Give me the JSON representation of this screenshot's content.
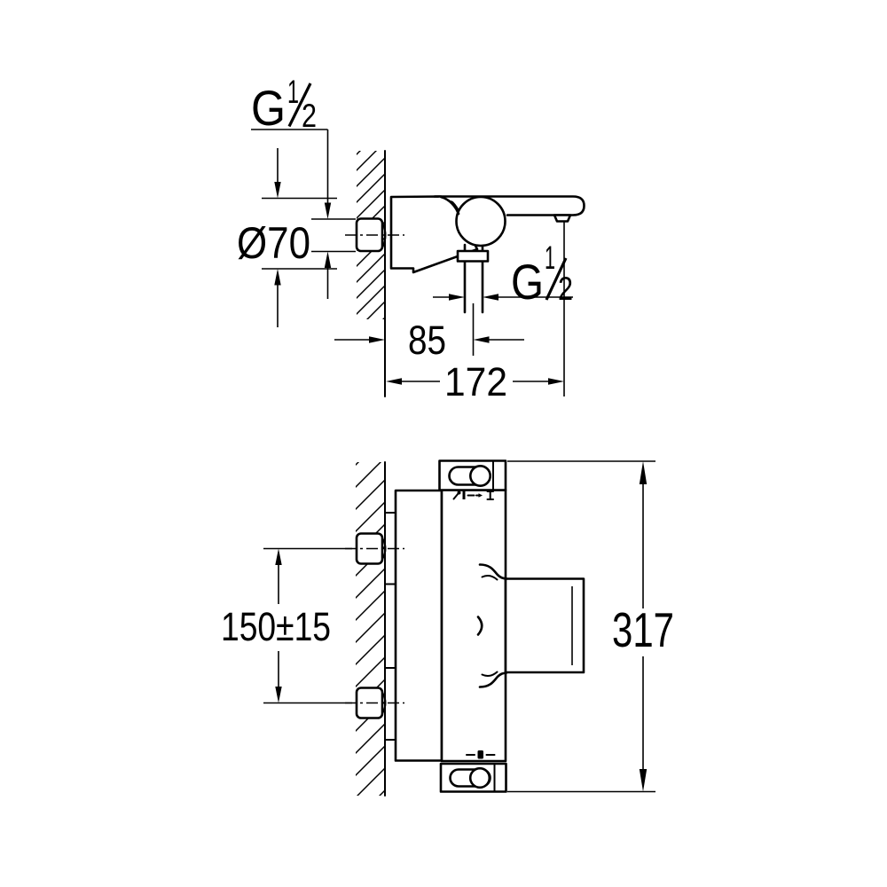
{
  "page": {
    "background": "#ffffff",
    "line_color": "#000000"
  },
  "side_view": {
    "labels": {
      "thread_wall": {
        "g": "G",
        "num": "1",
        "den": "2"
      },
      "escutcheon_diameter": "Ø70",
      "thread_outlet": {
        "g": "G",
        "num": "1",
        "den": "2"
      },
      "wall_to_outlet_axis": "85",
      "wall_to_spout_end": "172"
    }
  },
  "plan_view": {
    "labels": {
      "connection_distance": "150±15",
      "overall_length": "317"
    },
    "icons": [
      "hand-shower-icon",
      "bar-icon",
      "dash-icon",
      "arrow-right-icon",
      "bath-spout-icon",
      "temp-stop-mark"
    ]
  }
}
